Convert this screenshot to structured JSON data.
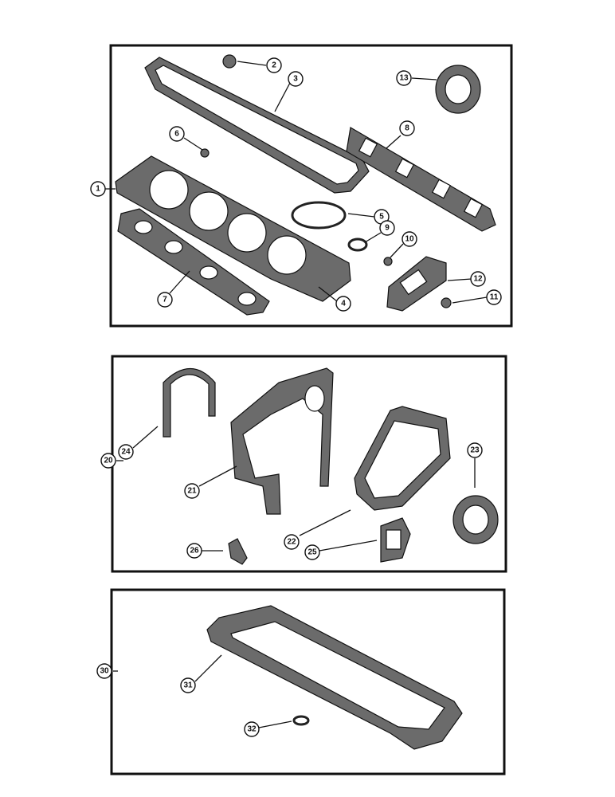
{
  "callouts": {
    "c1": "1",
    "c2": "2",
    "c3": "3",
    "c4": "4",
    "c5": "5",
    "c6": "6",
    "c7": "7",
    "c8": "8",
    "c9": "9",
    "c10": "10",
    "c11": "11",
    "c12": "12",
    "c13": "13",
    "c20": "20",
    "c21": "21",
    "c22": "22",
    "c23": "23",
    "c24": "24",
    "c25": "25",
    "c26": "26",
    "c30": "30",
    "c31": "31",
    "c32": "32"
  },
  "colors": {
    "gasket": "#6b6b6b",
    "outline": "#111111",
    "background": "#ffffff"
  }
}
